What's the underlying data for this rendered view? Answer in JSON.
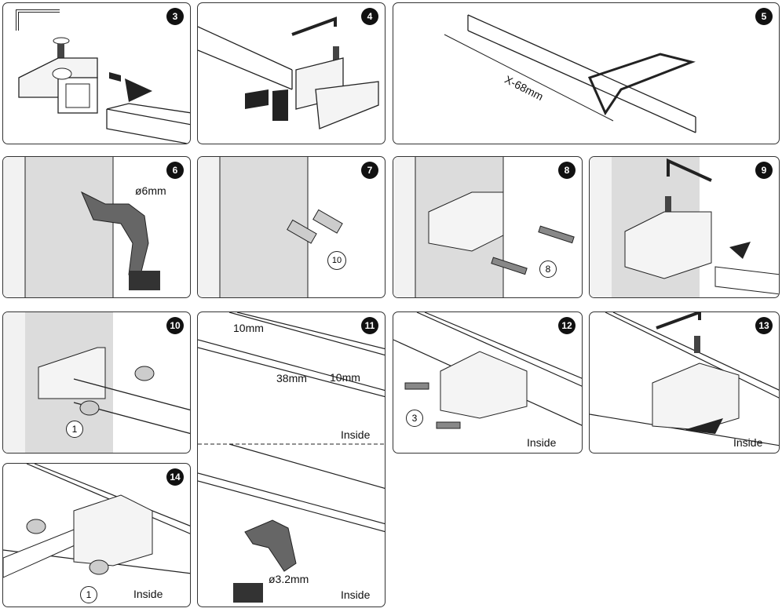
{
  "steps": [
    {
      "number": "3"
    },
    {
      "number": "4"
    },
    {
      "number": "5",
      "dimension_label": "X-68mm"
    },
    {
      "number": "6",
      "drill_label": "ø6mm"
    },
    {
      "number": "7",
      "quantity_label": "10"
    },
    {
      "number": "8",
      "quantity_label": "8"
    },
    {
      "number": "9"
    },
    {
      "number": "10",
      "quantity_label": "1"
    },
    {
      "number": "11",
      "dim_top": "10mm",
      "dim_side": "10mm",
      "dim_horizontal": "38mm",
      "inside_label_top": "Inside",
      "drill_label": "ø3.2mm",
      "inside_label_bottom": "Inside"
    },
    {
      "number": "12",
      "quantity_label": "3",
      "inside_label": "Inside"
    },
    {
      "number": "13",
      "inside_label": "Inside"
    },
    {
      "number": "14",
      "quantity_label": "1",
      "inside_label": "Inside"
    }
  ],
  "colors": {
    "wall": "#dcdcdc",
    "line": "#222222",
    "badge": "#111111"
  }
}
